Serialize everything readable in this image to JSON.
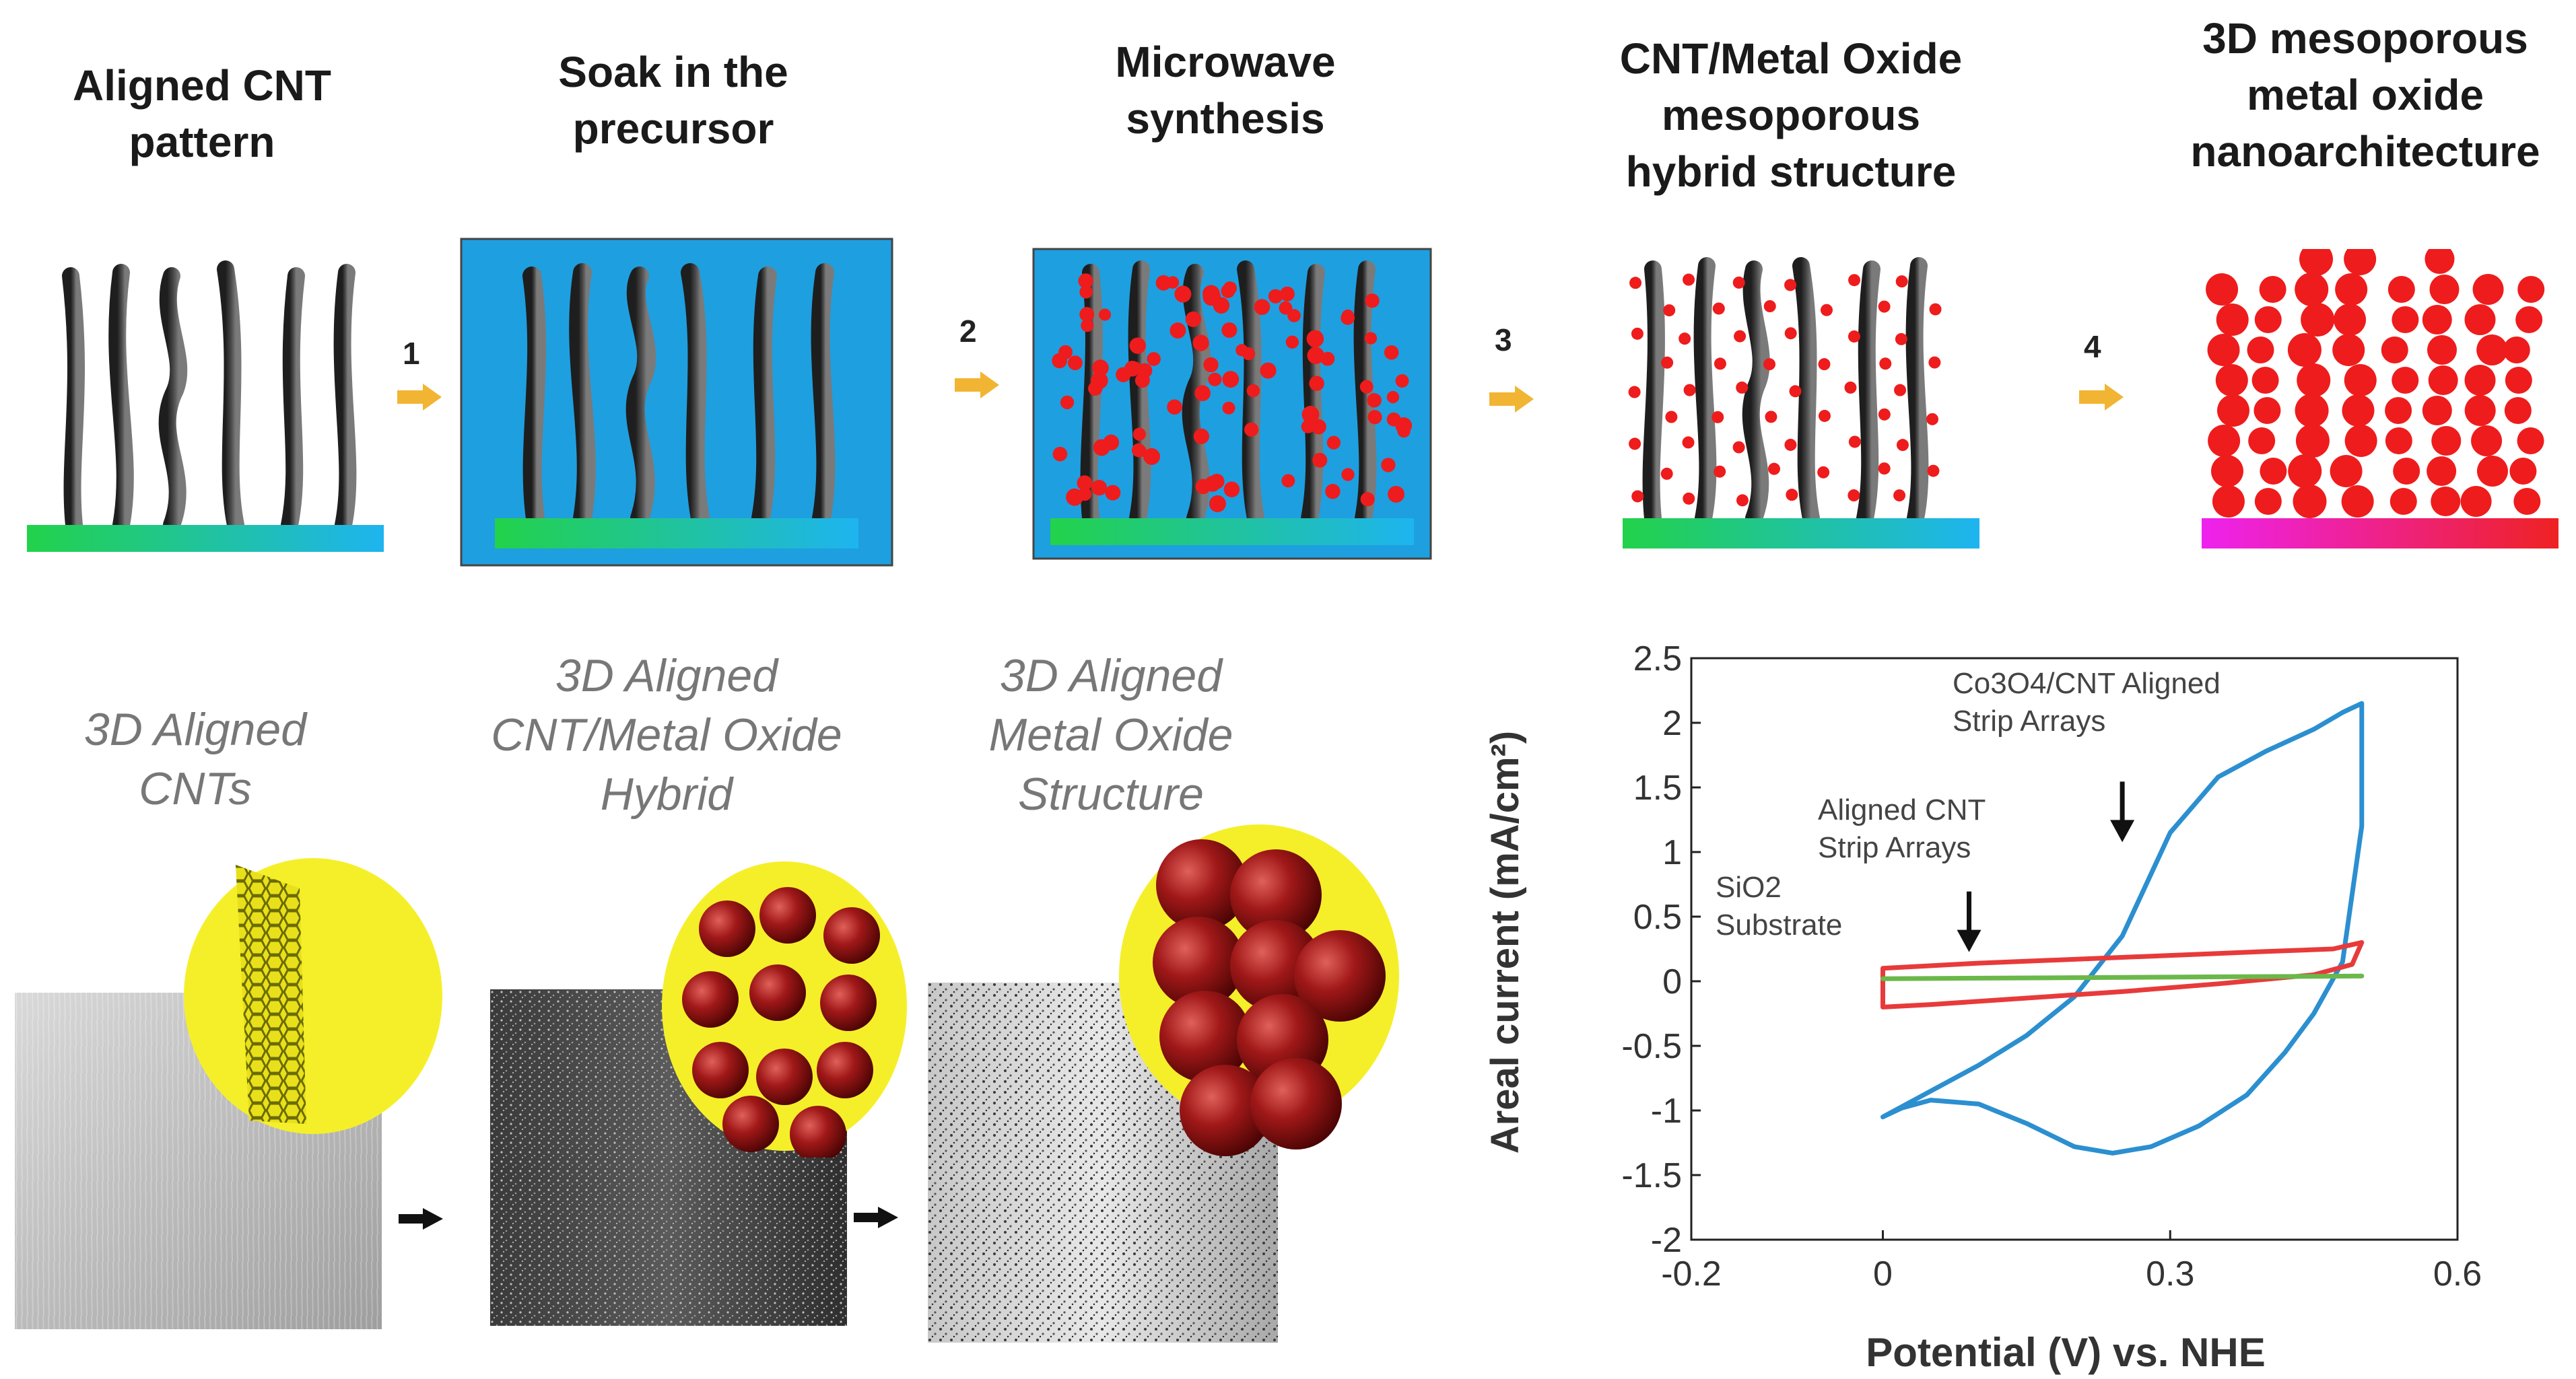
{
  "steps": [
    {
      "title_lines": [
        "Aligned CNT",
        "pattern"
      ]
    },
    {
      "title_lines": [
        "Soak in the",
        "precursor"
      ],
      "number": "1"
    },
    {
      "title_lines": [
        "Microwave",
        "synthesis"
      ],
      "number": "2"
    },
    {
      "title_lines": [
        "CNT/Metal Oxide",
        "mesoporous",
        "hybrid structure"
      ],
      "number": "3"
    },
    {
      "title_lines": [
        "3D mesoporous",
        "metal oxide",
        "nanoarchitecture"
      ],
      "number": "4"
    }
  ],
  "sem_panels": [
    {
      "label_lines": [
        "3D Aligned",
        "CNTs"
      ]
    },
    {
      "label_lines": [
        "3D Aligned",
        "CNT/Metal Oxide",
        "Hybrid"
      ]
    },
    {
      "label_lines": [
        "3D Aligned",
        "Metal Oxide",
        "Structure"
      ]
    }
  ],
  "colors": {
    "arrow": "#f2b533",
    "solution": "#1e9fe0",
    "particle": "#ee1c1c",
    "cnt": "#3c3c3c",
    "substrate_start": "#22d24a",
    "substrate_end": "#1eb4f0",
    "oxide_substrate_start": "#ee22ee",
    "oxide_substrate_end": "#ee2222",
    "sphere": "#8b1010",
    "halo": "#f5ef2a"
  },
  "chart_data": {
    "type": "line",
    "xlabel": "Potential (V) vs. NHE",
    "ylabel": "Areal current (mA/cm²)",
    "xlim": [
      -0.2,
      0.6
    ],
    "ylim": [
      -2,
      2.5
    ],
    "xticks": [
      -0.2,
      0,
      0.3,
      0.6
    ],
    "yticks": [
      -2,
      -1.5,
      -1,
      -0.5,
      0,
      0.5,
      1,
      1.5,
      2,
      2.5
    ],
    "grid": false,
    "series": [
      {
        "name": "Co3O4/CNT Aligned Strip Arrays",
        "color": "#2b8fd0",
        "x": [
          0.0,
          0.05,
          0.1,
          0.15,
          0.2,
          0.25,
          0.3,
          0.35,
          0.4,
          0.45,
          0.48,
          0.5,
          0.5,
          0.48,
          0.45,
          0.42,
          0.38,
          0.33,
          0.28,
          0.24,
          0.2,
          0.15,
          0.1,
          0.05,
          0.02,
          0.0
        ],
        "y": [
          -1.05,
          -0.85,
          -0.65,
          -0.42,
          -0.12,
          0.35,
          1.15,
          1.58,
          1.78,
          1.95,
          2.08,
          2.15,
          1.2,
          0.15,
          -0.25,
          -0.55,
          -0.88,
          -1.12,
          -1.28,
          -1.33,
          -1.28,
          -1.1,
          -0.95,
          -0.92,
          -0.98,
          -1.05
        ]
      },
      {
        "name": "Aligned CNT Strip Arrays",
        "color": "#e83a3a",
        "x": [
          0.0,
          0.1,
          0.2,
          0.3,
          0.4,
          0.47,
          0.5,
          0.49,
          0.45,
          0.35,
          0.25,
          0.15,
          0.05,
          0.0,
          0.0
        ],
        "y": [
          0.1,
          0.14,
          0.17,
          0.2,
          0.23,
          0.25,
          0.3,
          0.13,
          0.05,
          -0.02,
          -0.08,
          -0.13,
          -0.18,
          -0.2,
          0.1
        ]
      },
      {
        "name": "SiO2 Substrate",
        "color": "#6bb84a",
        "x": [
          0.0,
          0.5
        ],
        "y": [
          0.02,
          0.04
        ]
      }
    ],
    "annotations": [
      {
        "lines": [
          "Co3O4/CNT Aligned",
          "Strip Arrays"
        ],
        "target": [
          0.25,
          1.05
        ]
      },
      {
        "lines": [
          "Aligned CNT",
          "Strip Arrays"
        ],
        "target": [
          0.09,
          0.2
        ]
      },
      {
        "lines": [
          "SiO2",
          "Substrate"
        ]
      }
    ]
  }
}
